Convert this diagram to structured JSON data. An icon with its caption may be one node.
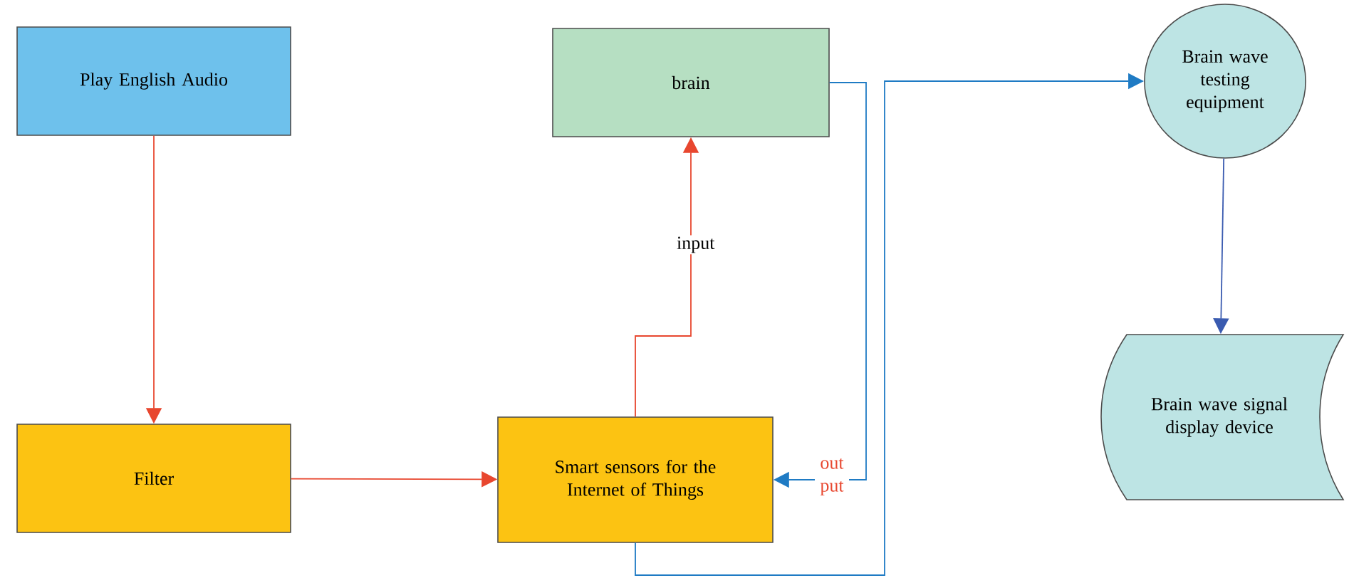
{
  "diagram": {
    "nodes": [
      {
        "text": [
          "Play English Audio"
        ]
      },
      {
        "text": [
          "brain"
        ]
      },
      {
        "text": [
          "Brain wave testing equipment"
        ]
      },
      {
        "text": [
          "Filter"
        ]
      },
      {
        "text": [
          "Smart sensors for the Internet of Things"
        ]
      },
      {
        "text": [
          "Brain wave signal display device"
        ]
      }
    ],
    "edges": [
      {
        "from": 0,
        "to": 3,
        "arrow": "to"
      },
      {
        "from": 3,
        "to": 4,
        "arrow": "to"
      },
      {
        "from": 4,
        "to": 1,
        "arrow": "to",
        "label": "input"
      },
      {
        "from": 1,
        "to": 4,
        "arrow": "to",
        "label": "out put",
        "color": "#1f7bc4"
      },
      {
        "from": 4,
        "to": 2,
        "arrow": "to",
        "color": "#1f7bc4"
      },
      {
        "from": 2,
        "to": 5,
        "arrow": "to",
        "color": "#3a5bb0"
      }
    ]
  }
}
